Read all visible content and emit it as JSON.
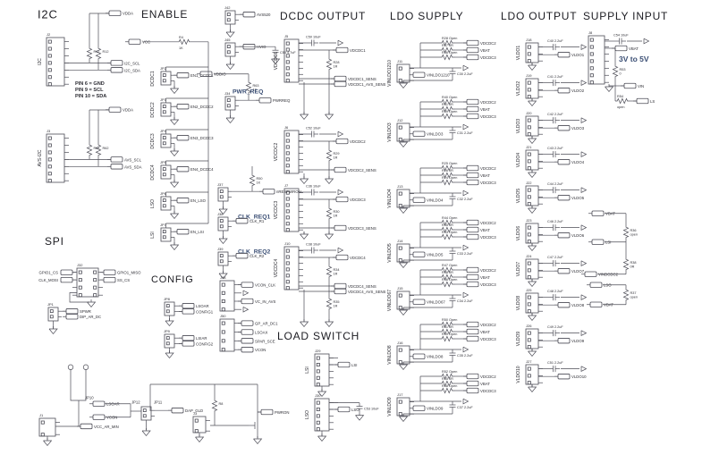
{
  "colors": {
    "line": "#4b4b55",
    "text": "#2c2c33",
    "accent": "#3a4e74",
    "background": "#ffffff"
  },
  "sections": [
    {
      "name": "i2c",
      "elements": [
        [
          "h",
          42,
          10,
          "I2C",
          13
        ],
        [
          "i2c",
          52,
          42,
          "J2",
          "I2C",
          "VDDA",
          "I2C_SCL",
          "I2C_SDA",
          "R11",
          "R12"
        ],
        [
          "note",
          84,
          90,
          "PIN 6 = GND|PIN 9 = SCL|PIN 10 = SDA"
        ],
        [
          "i2c",
          52,
          150,
          "J3",
          "AVS-I2C",
          "VDDA",
          "AVS_SCL",
          "AVS_SDA",
          "R61",
          "R62"
        ]
      ]
    },
    {
      "name": "enable",
      "elements": [
        [
          "h",
          158,
          10,
          "ENABLE",
          12
        ],
        [
          "flag",
          144,
          44,
          "VCC"
        ],
        [
          "wire",
          160,
          46.8,
          198,
          46.8
        ],
        [
          "resh",
          198,
          46.8,
          "R4",
          "1K"
        ],
        [
          "wire",
          214,
          46.8,
          233,
          46.8
        ],
        [
          "wire",
          233,
          46.8,
          233,
          250
        ],
        [
          "ej",
          180,
          80,
          "JP2",
          "DCDC1",
          "EN1_DCDC1"
        ],
        [
          "ej",
          180,
          115,
          "JP3",
          "DCDC2",
          "EN2_DCDC2"
        ],
        [
          "ej",
          180,
          150,
          "JP4",
          "DCDC3",
          "EN3_DCDC3"
        ],
        [
          "ej",
          180,
          185,
          "JP5",
          "DCDC4",
          "EN4_DCDC4"
        ],
        [
          "ej",
          180,
          220,
          "JP6",
          "LSO",
          "EN_LSO"
        ],
        [
          "ej",
          180,
          255,
          "JP7",
          "LSI",
          "EN_LSI"
        ]
      ]
    },
    {
      "name": "middle-jumpers",
      "elements": [
        [
          "sj",
          252,
          12,
          "J42",
          "AVS520",
          null
        ],
        [
          "sj",
          252,
          48,
          "J45",
          "HVIO",
          null
        ],
        [
          "wire",
          267,
          52.2,
          308,
          52.2
        ],
        [
          "capv",
          308,
          52.2,
          "C55 4.7uF"
        ],
        [
          "gnd",
          308,
          66
        ],
        [
          "flag",
          224,
          80,
          "VDDIO"
        ],
        [
          "wire",
          239,
          82.75,
          278,
          82.75
        ],
        [
          "wire",
          278,
          82.75,
          278,
          90
        ],
        [
          "resv",
          278,
          90,
          "R63",
          "1K"
        ],
        [
          "wire",
          278,
          106,
          278,
          112.2
        ],
        [
          "wire",
          267,
          112.2,
          290,
          112.2
        ],
        [
          "sj",
          252,
          108,
          "J34",
          null,
          "PWR_REQ"
        ],
        [
          "flag",
          290,
          109.5,
          "PWRREQ"
        ],
        [
          "wire",
          282,
          186,
          282,
          194
        ],
        [
          "resv",
          282,
          194,
          "R50",
          "1K"
        ],
        [
          "wire",
          282,
          210,
          282,
          214.2
        ],
        [
          "wire",
          259,
          214.2,
          294,
          214.2
        ],
        [
          "sj",
          244,
          210,
          "J37",
          null,
          null
        ],
        [
          "flag",
          294,
          211.5,
          "nRESPWRON"
        ],
        [
          "btext",
          266,
          239,
          "CLK_REQ1"
        ],
        [
          "sj",
          244,
          243,
          "J38",
          "CLK_R1",
          null
        ],
        [
          "btext",
          266,
          278,
          "CLK_REQ2"
        ],
        [
          "sj",
          244,
          282,
          "J39",
          "CLK_R2",
          null
        ],
        [
          "cf",
          246,
          314,
          16,
          34,
          4,
          "J48",
          [
            [
              "f",
              "VCON_CLK"
            ],
            [
              "a"
            ],
            [
              "f",
              "VC_IN_AVS"
            ],
            [
              "a"
            ]
          ]
        ],
        [
          "cf",
          246,
          357,
          16,
          36,
          4,
          "J50",
          [
            [
              "f",
              "GP_AR_DC1"
            ],
            [
              "f",
              "LSOAX"
            ],
            [
              "f",
              "SPAR_SCE"
            ],
            [
              "f",
              "VCON"
            ]
          ]
        ]
      ]
    },
    {
      "name": "dcdc-output",
      "elements": [
        [
          "h",
          313,
          12,
          "DCDC OUTPUT",
          12
        ],
        [
          "dcdc",
          48,
          "J5",
          "VDCDC1",
          "C50 10uF",
          [
            "R28",
            "1R"
          ],
          "VDCDC1",
          "VDCDC1_SENS",
          "VDCDC1_AVS_SENS",
          null,
          80
        ],
        [
          "dcdc",
          150,
          "J6",
          "VDCDC2",
          "C52 10uF",
          [
            "R29",
            "1R"
          ],
          "VDCDC2",
          "VDCDC2_SENS",
          null,
          null,
          50
        ],
        [
          "dcdc",
          215,
          "J7",
          "VDCDC3",
          "C36 10uF",
          [
            "R30",
            "1R"
          ],
          "VDCDC3",
          "VDCDC3_SENS",
          null,
          null,
          47
        ],
        [
          "dcdc",
          280,
          "J10",
          "VDCDC4",
          "C38 10uF",
          [
            "R34",
            "1R"
          ],
          "VDCDC4",
          "VDCDC4_SENS",
          "VDCDC4_AVS_SENS",
          [
            "R35",
            "1R"
          ],
          80
        ]
      ]
    },
    {
      "name": "load-switch",
      "elements": [
        [
          "h",
          310,
          370,
          "LOAD SWITCH",
          12
        ],
        [
          "ls",
          396,
          "J29",
          "LSI",
          null
        ],
        [
          "ls",
          446,
          "J30",
          "LSO",
          "C53 10uF"
        ]
      ]
    },
    {
      "name": "ldo-supply",
      "elements": [
        [
          "h",
          436,
          12,
          "LDO SUPPLY",
          12
        ],
        [
          "lsup",
          48,
          "J11",
          "VINLDO1210",
          "C30 2.2uF",
          [
            "R28 Open",
            "R57 0R",
            "R56 Open"
          ],
          [
            "VDCDC2",
            "VBAT",
            "VDCDC3"
          ]
        ],
        [
          "lsup",
          114,
          "J12",
          "VINLDO3",
          "C31 2.2uF",
          [
            "R40 Open",
            "R41 0R",
            "R39 Open"
          ],
          [
            "VDCDC2",
            "VBAT",
            "VDCDC3"
          ]
        ],
        [
          "lsup",
          188,
          "J13",
          "VINLDO4",
          "C32 2.2uF",
          [
            "R25 Open",
            "R26 0R",
            "R24 Open"
          ],
          [
            "VDCDC2",
            "VBAT",
            "VDCDC3"
          ]
        ],
        [
          "lsup",
          249,
          "J14",
          "VINLDO5",
          "C33 2.2uF",
          [
            "R44 Open",
            "R45 0R",
            "R43 Open"
          ],
          [
            "VDCDC2",
            "VBAT",
            "VDCDC3"
          ]
        ],
        [
          "lsup",
          302,
          "J15",
          "VINLDO67",
          "C34 2.2uF",
          [
            "R47 Open",
            "R48 0R",
            "R46 Open"
          ],
          [
            "VDCDC2",
            "VBAT",
            "VDCDC3"
          ]
        ],
        [
          "lsup",
          363,
          "J16",
          "VINLDO8",
          "C35 2.2uF",
          [
            "R50 Open",
            "R51 0R",
            "R49 Open"
          ],
          [
            "VDCDC2",
            "VBAT",
            "VDCDC3"
          ]
        ],
        [
          "lsup",
          421,
          "J17",
          "VINLDO9",
          "C37 2.2uF",
          [
            "R52 Open",
            "R55 0R",
            "R58 Open"
          ],
          [
            "VDCDC2",
            "VBAT",
            "VDCDC3"
          ]
        ]
      ]
    },
    {
      "name": "ldo-output",
      "elements": [
        [
          "h",
          560,
          12,
          "LDO OUTPUT",
          12
        ],
        [
          "lout",
          48,
          "J18",
          "VLDO1",
          "C40 2.2uF"
        ],
        [
          "lout",
          88,
          "J19",
          "VLDO2",
          "C41 2.2uF"
        ],
        [
          "lout",
          130,
          "J20",
          "VLDO3",
          "C42 2.2uF"
        ],
        [
          "lout",
          168,
          "J21",
          "VLDO4",
          "C43 2.2uF"
        ],
        [
          "lout",
          208,
          "J22",
          "VLDO5",
          "C44 2.2uF"
        ],
        [
          "lout",
          250,
          "J23",
          "VLDO6",
          "C46 2.2uF"
        ],
        [
          "lout",
          290,
          "J24",
          "VLDO7",
          "C47 2.2uF"
        ],
        [
          "lout",
          328,
          "J25",
          "VLDO8",
          "C48 2.2uF"
        ],
        [
          "lout",
          368,
          "J26",
          "VLDO9",
          "C49 2.2uF"
        ],
        [
          "lout",
          408,
          "J27",
          "VLDO10",
          "C51 2.2uF"
        ]
      ]
    },
    {
      "name": "supply-input",
      "elements": [
        [
          "h",
          652,
          12,
          "SUPPLY INPUT",
          12
        ],
        [
          "conn",
          658,
          40,
          18,
          54,
          7,
          "J8"
        ],
        [
          "wire",
          676,
          46,
          688,
          46
        ],
        [
          "caph",
          688,
          46,
          "C54 10uF"
        ],
        [
          "wire",
          701,
          46,
          718,
          46
        ],
        [
          "arrow",
          720,
          46
        ],
        [
          "wire",
          676,
          54,
          688,
          54
        ],
        [
          "flag",
          688,
          51.25,
          "VBAT"
        ],
        [
          "btext2",
          692,
          62,
          "3V to 5V"
        ],
        [
          "wire",
          688,
          54,
          688,
          72
        ],
        [
          "resv",
          688,
          72,
          "R53",
          "0"
        ],
        [
          "wire",
          688,
          88,
          688,
          96
        ],
        [
          "wire",
          681,
          96,
          688,
          96
        ],
        [
          "gnd",
          681,
          97
        ],
        [
          "flag",
          698,
          93.25,
          "VIN"
        ],
        [
          "wire",
          688,
          96,
          698,
          96
        ],
        [
          "wire",
          688,
          96,
          688,
          113
        ],
        [
          "resh",
          688,
          113,
          "R54",
          "open"
        ],
        [
          "wire",
          704,
          113,
          712,
          113
        ],
        [
          "flag",
          712,
          110.25,
          "LS"
        ]
      ]
    },
    {
      "name": "bias-resistors",
      "elements": [
        [
          "flag",
          662,
          236,
          "VBAT"
        ],
        [
          "wire",
          676,
          238.75,
          700,
          238.75
        ],
        [
          "wire",
          700,
          238.75,
          700,
          252
        ],
        [
          "resv",
          700,
          252,
          "R36",
          "open"
        ],
        [
          "flag",
          662,
          268,
          "LSI"
        ],
        [
          "wire",
          676,
          270.75,
          700,
          270.75
        ],
        [
          "wire",
          700,
          268,
          700,
          288
        ],
        [
          "resv",
          700,
          288,
          "R38",
          "0R"
        ],
        [
          "wire",
          700,
          304,
          700,
          306.75
        ],
        [
          "flag",
          654,
          304,
          "VINDCDC2"
        ],
        [
          "wire",
          668,
          306.75,
          700,
          306.75
        ],
        [
          "flag",
          660,
          316,
          "LSO"
        ],
        [
          "wire",
          674,
          318.75,
          700,
          318.75
        ],
        [
          "wire",
          700,
          318.75,
          700,
          322
        ],
        [
          "resv",
          700,
          322,
          "R37",
          "open"
        ],
        [
          "wire",
          700,
          338,
          700,
          340.75
        ],
        [
          "flag",
          660,
          338,
          "VBAT"
        ],
        [
          "wire",
          674,
          340.75,
          700,
          340.75
        ]
      ]
    },
    {
      "name": "spi",
      "elements": [
        [
          "h",
          50,
          264,
          "SPI",
          12
        ],
        [
          "conn",
          86,
          300,
          24,
          32,
          4,
          "J32",
          2
        ],
        [
          "flagl",
          81,
          302,
          "GPIO1_CS"
        ],
        [
          "flagl",
          81,
          310.4,
          "CLK_MOSI"
        ],
        [
          "flag",
          116,
          302,
          "GPIO1_MISO"
        ],
        [
          "flag",
          116,
          310.4,
          "SS_CS"
        ],
        [
          "poly",
          [
            [
              86,
              327.5
            ],
            [
              78,
              327.5
            ],
            [
              78,
              338
            ],
            [
              100,
              338
            ]
          ]
        ],
        [
          "gnd",
          102,
          338
        ],
        [
          "sj",
          54,
          344,
          "JP1",
          "SPWR",
          null
        ],
        [
          "flag",
          74,
          351.5,
          "DIP_AR_DC"
        ]
      ]
    },
    {
      "name": "config",
      "elements": [
        [
          "h",
          169,
          307,
          "CONFIG",
          11
        ],
        [
          "cj",
          184,
          338,
          "JP8",
          "LSOAR",
          "CONFIG1"
        ],
        [
          "cj",
          184,
          374,
          "JP9",
          "LSIAR",
          "CONFIG2"
        ]
      ]
    },
    {
      "name": "power-on-circuit",
      "elements": [
        [
          "tp",
          79,
          408
        ],
        [
          "tp",
          96,
          408
        ],
        [
          "poly",
          [
            [
              79,
              442
            ],
            [
              79,
              448
            ],
            [
              96,
              448
            ],
            [
              96,
              442
            ]
          ]
        ],
        [
          "wire",
          88,
          448,
          88,
          477
        ],
        [
          "stext",
          95,
          443,
          "JP10"
        ],
        [
          "conn",
          44,
          468,
          18,
          20,
          2,
          "J1"
        ],
        [
          "wire",
          62,
          477,
          90,
          477
        ],
        [
          "flag",
          90,
          474.2,
          "VCC_AR_MIN"
        ],
        [
          "wire",
          53,
          488,
          53,
          492
        ],
        [
          "gnd",
          53,
          493
        ],
        [
          "flag",
          104,
          449,
          "LSOAR"
        ],
        [
          "flag",
          104,
          464,
          "VCON"
        ],
        [
          "wire",
          117,
          451.75,
          146,
          451.75
        ],
        [
          "wire",
          117,
          466.75,
          146,
          466.75
        ],
        [
          "wire",
          146,
          451.75,
          146,
          466.75
        ],
        [
          "wire",
          146,
          460,
          158,
          460
        ],
        [
          "stext",
          147,
          448,
          "JP12"
        ],
        [
          "jmp",
          158,
          455,
          null
        ],
        [
          "stext",
          172,
          448,
          "JP11"
        ],
        [
          "wire",
          173,
          459.2,
          192,
          459.2
        ],
        [
          "flag",
          192,
          456.45,
          "DAP_GLD"
        ],
        [
          "wire",
          163.5,
          470,
          163.5,
          481
        ],
        [
          "gnd",
          163.5,
          482
        ],
        [
          "wire",
          168,
          430,
          288,
          430
        ],
        [
          "wire",
          168,
          430,
          168,
          460
        ],
        [
          "wire",
          240,
          430,
          240,
          446
        ],
        [
          "resv",
          240,
          446,
          "R8",
          ""
        ],
        [
          "wire",
          240,
          462,
          240,
          476
        ],
        [
          "conn",
          216,
          466,
          14,
          18,
          2,
          "J3"
        ],
        [
          "wire",
          235,
          476,
          278,
          476
        ],
        [
          "fet",
          288,
          468
        ],
        [
          "wire",
          288,
          430,
          288,
          468
        ],
        [
          "wire",
          288,
          461,
          292,
          461
        ],
        [
          "flag",
          292,
          458.25,
          "PWRON"
        ],
        [
          "wire",
          288,
          484,
          288,
          490
        ],
        [
          "gnd",
          288,
          491
        ],
        [
          "wire",
          223,
          484,
          223,
          488
        ],
        [
          "gnd",
          223,
          489
        ]
      ]
    }
  ]
}
